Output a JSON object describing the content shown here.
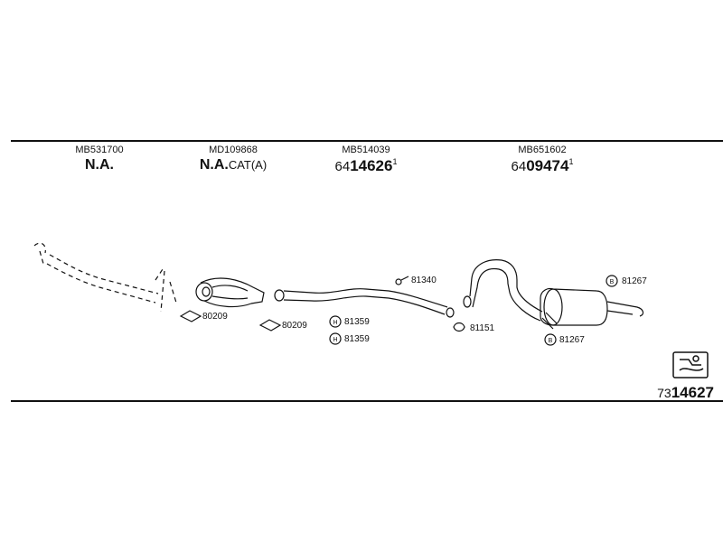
{
  "columns": [
    {
      "part_no": "MB531700",
      "code": "N.A.",
      "code_prefix": "",
      "code_suffix": "",
      "code_sup": ""
    },
    {
      "part_no": "MD109868",
      "code": "N.A.",
      "code_prefix": "",
      "code_suffix": "CAT(A)",
      "code_sup": ""
    },
    {
      "part_no": "MB514039",
      "code": "14626",
      "code_prefix": "64",
      "code_suffix": "",
      "code_sup": "1"
    },
    {
      "part_no": "MB651602",
      "code": "09474",
      "code_prefix": "64",
      "code_suffix": "",
      "code_sup": "1"
    }
  ],
  "labels": {
    "gasket_1": "80209",
    "gasket_2": "80209",
    "bolt_1": "81359",
    "bolt_2": "81359",
    "hanger_1": "81340",
    "ring_1": "81151",
    "mount_1": "81267",
    "mount_2": "81267"
  },
  "reference": {
    "prefix": "73",
    "number": "14627"
  },
  "icons": {
    "reference_badge": "exhaust-system-badge-icon"
  }
}
